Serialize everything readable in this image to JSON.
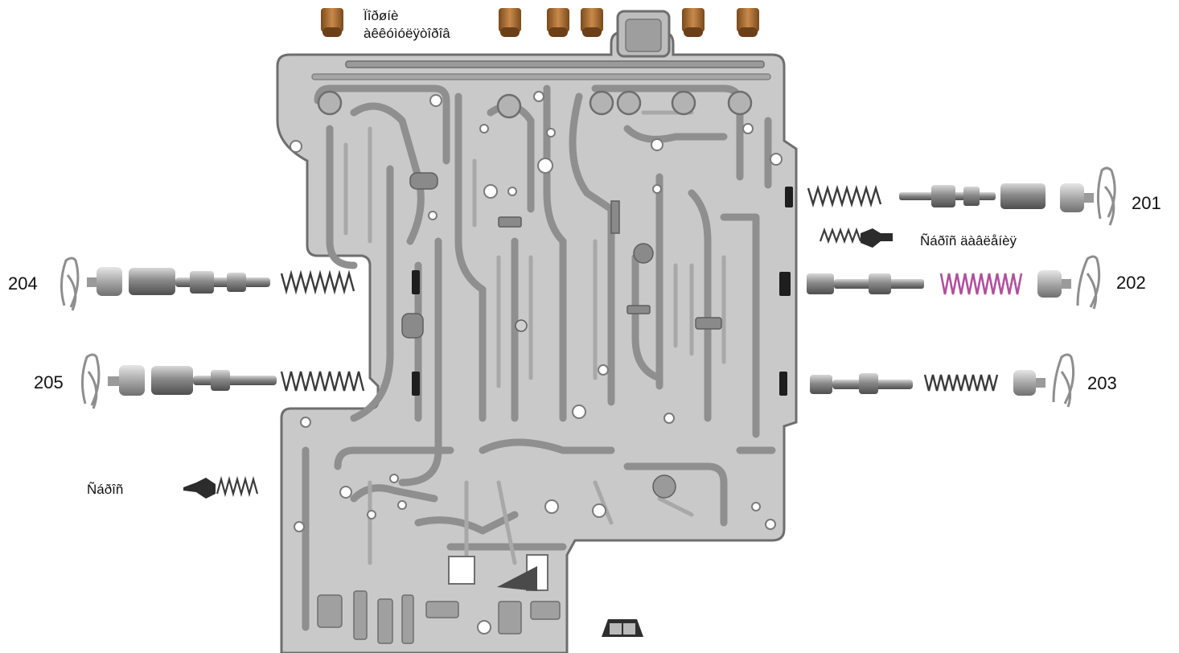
{
  "labels": {
    "pistons_line1": "Ïîðøíè",
    "pistons_line2": "àêêóìóëÿòîðîâ",
    "part_201": "201",
    "part_202": "202",
    "part_203": "203",
    "part_204": "204",
    "part_205": "205",
    "relief_valve": "Ñáðîñ äàâëåíèÿ",
    "relief": "Ñáðîñ"
  },
  "colors": {
    "plate": "#c9c9c9",
    "plate_edge": "#6e6e6e",
    "channel": "#9a9a9a",
    "channel_dark": "#7c7c7c",
    "valve_metal": "#8c8c8c",
    "piston_copper": "#b5773a",
    "spring_dark": "#3a3a3a",
    "spring_magenta": "#b0509e",
    "clip": "#9a9a9a"
  }
}
